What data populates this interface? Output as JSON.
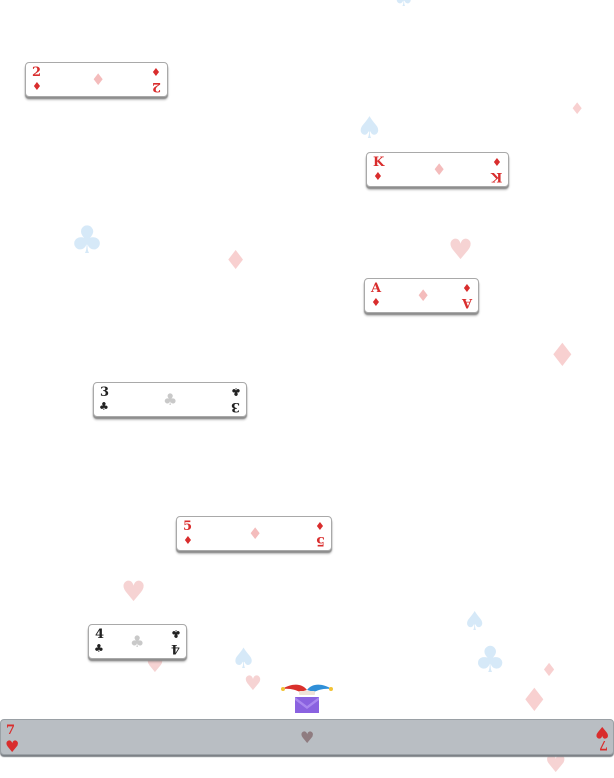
{
  "background_suits": [
    {
      "suit": "♠",
      "kind": "spade",
      "name": "spade-icon"
    },
    {
      "suit": "♠",
      "kind": "spade",
      "name": "spade-icon"
    },
    {
      "suit": "♦",
      "kind": "diamond",
      "name": "diamond-icon"
    },
    {
      "suit": "♣",
      "kind": "club",
      "name": "club-icon"
    },
    {
      "suit": "♦",
      "kind": "diamond",
      "name": "diamond-icon"
    },
    {
      "suit": "♥",
      "kind": "heart",
      "name": "heart-icon"
    },
    {
      "suit": "♦",
      "kind": "diamond",
      "name": "diamond-icon"
    },
    {
      "suit": "♥",
      "kind": "heart",
      "name": "heart-icon"
    },
    {
      "suit": "♠",
      "kind": "spade",
      "name": "spade-icon"
    },
    {
      "suit": "♠",
      "kind": "spade",
      "name": "spade-icon"
    },
    {
      "suit": "♣",
      "kind": "club",
      "name": "club-icon"
    },
    {
      "suit": "♥",
      "kind": "heart",
      "name": "heart-icon"
    },
    {
      "suit": "♦",
      "kind": "diamond",
      "name": "diamond-icon"
    },
    {
      "suit": "♦",
      "kind": "diamond",
      "name": "diamond-icon"
    },
    {
      "suit": "♥",
      "kind": "heart",
      "name": "heart-icon"
    },
    {
      "suit": "♥",
      "kind": "heart",
      "name": "heart-icon"
    }
  ],
  "cards": [
    {
      "rank": "2",
      "suit": "♦",
      "color": "red"
    },
    {
      "rank": "K",
      "suit": "♦",
      "color": "red"
    },
    {
      "rank": "A",
      "suit": "♦",
      "color": "red"
    },
    {
      "rank": "3",
      "suit": "♣",
      "color": "black"
    },
    {
      "rank": "5",
      "suit": "♦",
      "color": "red"
    },
    {
      "rank": "4",
      "suit": "♣",
      "color": "black"
    }
  ],
  "platform_card": {
    "rank": "7",
    "suit": "♥",
    "color": "red"
  },
  "colors": {
    "red_suit": "#d92d2d",
    "black_suit": "#222222",
    "platform": "#b9bec3",
    "jester_hat_red": "#d9302c",
    "jester_hat_blue": "#2f8fd8",
    "jester_body": "#8a62e0"
  }
}
